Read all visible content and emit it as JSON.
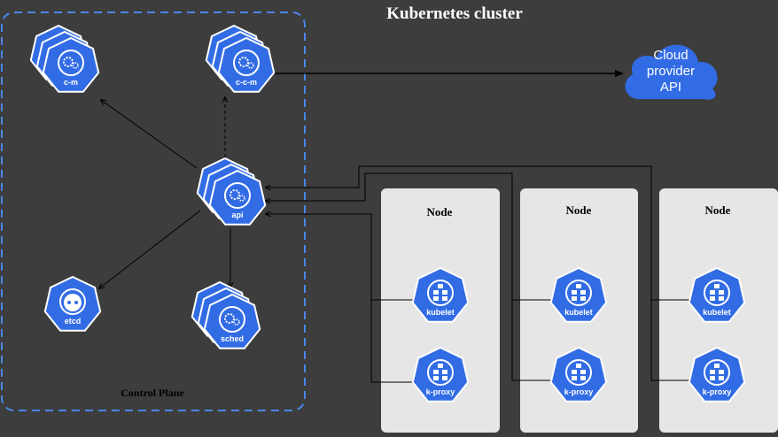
{
  "title": "Kubernetes cluster",
  "control_plane": {
    "label": "Control Plane",
    "components": [
      {
        "id": "c-m",
        "label": "c-m",
        "stacked": true
      },
      {
        "id": "c-c-m",
        "label": "c-c-m",
        "stacked": true
      },
      {
        "id": "api",
        "label": "api",
        "stacked": true
      },
      {
        "id": "etcd",
        "label": "etcd",
        "stacked": false
      },
      {
        "id": "sched",
        "label": "sched",
        "stacked": true
      }
    ]
  },
  "cloud": {
    "label_lines": [
      "Cloud",
      "provider",
      "API"
    ]
  },
  "nodes": [
    {
      "label": "Node",
      "components": [
        "kubelet",
        "k-proxy"
      ]
    },
    {
      "label": "Node",
      "components": [
        "kubelet",
        "k-proxy"
      ]
    },
    {
      "label": "Node",
      "components": [
        "kubelet",
        "k-proxy"
      ]
    }
  ],
  "colors": {
    "background": "#3d3d3d",
    "k8s_blue": "#326ce5",
    "dashed_border": "#4a86e8",
    "node_box": "#e6e6e6",
    "arrow": "#000000"
  }
}
